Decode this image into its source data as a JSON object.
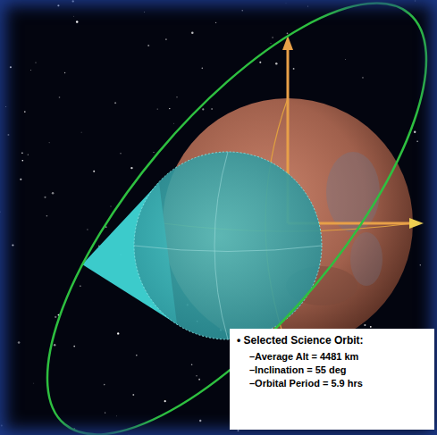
{
  "diagram": {
    "nodes": [
      {
        "text": [
          "• Selected Science Orbit:",
          "–Average Alt = 4481 km",
          "–Inclination = 55 deg",
          "–Orbital Period = 5.9 hrs"
        ]
      }
    ]
  }
}
